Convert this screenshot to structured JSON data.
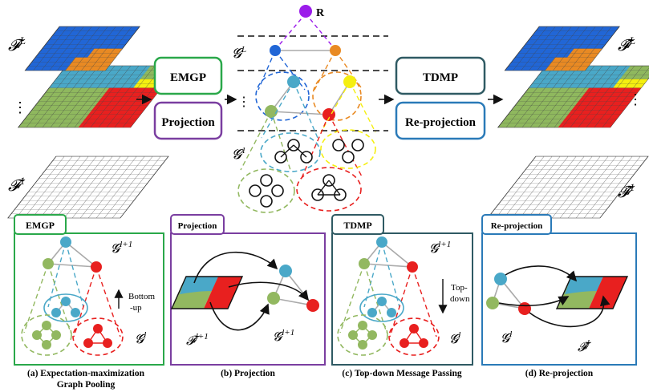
{
  "top": {
    "feature_top": "𝓕",
    "feature_top_sup": "L",
    "feature_bottom": "𝓕",
    "feature_bottom_sup": "1",
    "feature_hat_top": "𝓕̂",
    "feature_hat_top_sup": "L",
    "feature_hat_bottom": "𝓕̂",
    "feature_hat_bottom_sup": "1",
    "ellipsis": "⋮",
    "root_label": "R",
    "graph_top": "𝓖",
    "graph_top_sup": "L",
    "graph_bottom": "𝓖",
    "graph_bottom_sup": "1",
    "buttons": {
      "emgp": "EMGP",
      "projection": "Projection",
      "tdmp": "TDMP",
      "reprojection": "Re-projection"
    }
  },
  "panels": {
    "a": {
      "tab": "EMGP",
      "g_top": "𝓖",
      "g_top_sup": "l+1",
      "g_bottom": "𝓖",
      "g_bottom_sup": "l",
      "direction_line1": "Bottom",
      "direction_line2": "-up",
      "caption_line1": "(a) Expectation-maximization",
      "caption_line2": "Graph Pooling"
    },
    "b": {
      "tab": "Projection",
      "f_label": "𝓕",
      "f_sup": "l+1",
      "g_label": "𝓖",
      "g_sup": "l+1",
      "caption": "(b) Projection"
    },
    "c": {
      "tab": "TDMP",
      "g_top": "𝓖",
      "g_top_sup": "l+1",
      "g_bottom": "𝓖",
      "g_bottom_sup": "l",
      "direction_line1": "Top-",
      "direction_line2": "down",
      "caption": "(c) Top-down Message Passing"
    },
    "d": {
      "tab": "Re-projection",
      "g_label": "𝓖",
      "g_sup": "l",
      "f_label": "𝓕̂",
      "f_sup": "l",
      "caption": "(d) Re-projection"
    }
  },
  "colors": {
    "blue_node": "#4aa8c8",
    "green_node": "#92b860",
    "red_node": "#e8201f",
    "orange_node": "#e98a23",
    "yellow_node": "#f5ef10",
    "purple_root": "#9b1cea",
    "emgp_border": "#2aa84a",
    "projection_border": "#7a3ea0",
    "tdmp_border": "#2f5a63",
    "reprojection_border": "#2a7ab8"
  }
}
